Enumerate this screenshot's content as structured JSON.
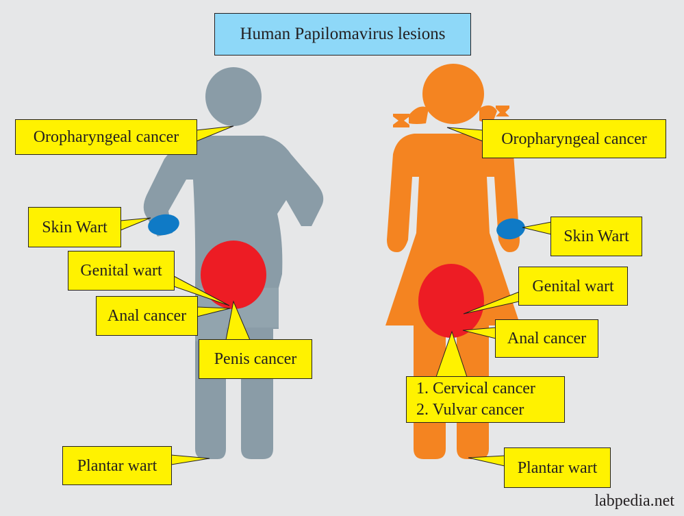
{
  "title": "Human Papilomavirus lesions",
  "colors": {
    "background": "#e6e7e8",
    "male_figure": "#8a9ca7",
    "female_figure": "#f48421",
    "label_fill": "#fff200",
    "title_fill": "#8ed8f8",
    "lesion_red": "#ed1c24",
    "wart_blue": "#0f7ac6"
  },
  "icons": {
    "male": "male-figure-icon",
    "female": "female-figure-icon"
  },
  "male_labels": {
    "oropharyngeal": "Oropharyngeal cancer",
    "skin_wart": "Skin Wart",
    "genital_wart": "Genital wart",
    "anal_cancer": "Anal cancer",
    "penis_cancer": "Penis  cancer",
    "plantar_wart": "Plantar wart"
  },
  "female_labels": {
    "oropharyngeal": "Oropharyngeal cancer",
    "skin_wart": "Skin Wart",
    "genital_wart": "Genital wart",
    "anal_cancer": "Anal cancer",
    "cervical_cancer": "1. Cervical cancer",
    "vulvar_cancer": "2. Vulvar cancer",
    "plantar_wart": "Plantar wart"
  },
  "credit": "labpedia.net"
}
